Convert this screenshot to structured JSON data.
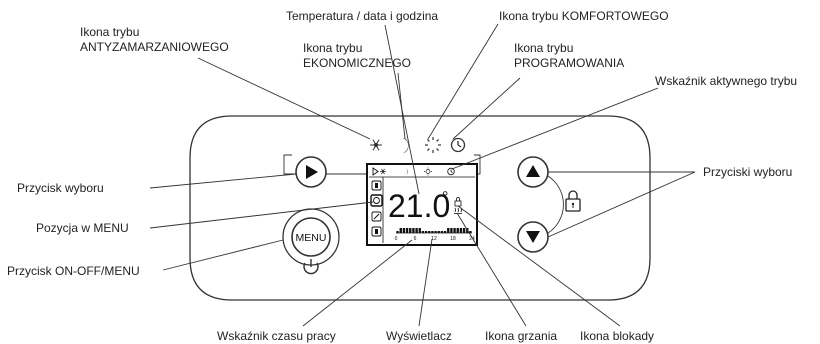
{
  "labels": {
    "antifreeze_icon": [
      "Ikona trybu",
      "ANTYZAMARZANIOWEGO"
    ],
    "temp_date_time": "Temperatura / data i godzina",
    "comfort_icon": "Ikona trybu KOMFORTOWEGO",
    "eco_icon": [
      "Ikona trybu",
      "EKONOMICZNEGO"
    ],
    "program_icon": [
      "Ikona trybu",
      "PROGRAMOWANIA"
    ],
    "active_mode_indicator": "Wskaźnik aktywnego trybu",
    "select_button_left": "Przycisk wyboru",
    "menu_position": "Pozycja w MENU",
    "onoff_menu_button": "Przycisk ON-OFF/MENU",
    "select_buttons_right": "Przyciski wyboru",
    "working_time_indicator": "Wskaźnik czasu pracy",
    "display": "Wyświetlacz",
    "heating_icon": "Ikona grzania",
    "lock_icon": "Ikona blokady"
  },
  "device": {
    "menu_button_label": "MENU",
    "temperature": "21.0",
    "degree_symbol": "°",
    "timeline_ticks": [
      "0",
      "6",
      "12",
      "18",
      "24"
    ]
  },
  "icons": {
    "play": "play-icon",
    "up": "arrow-up-icon",
    "down": "arrow-down-icon",
    "lock": "padlock-icon",
    "power": "power-icon",
    "snowflake": "snowflake-icon",
    "moon": "moon-icon",
    "sun": "sun-icon",
    "clock": "clock-icon",
    "heating": "heating-icon"
  }
}
